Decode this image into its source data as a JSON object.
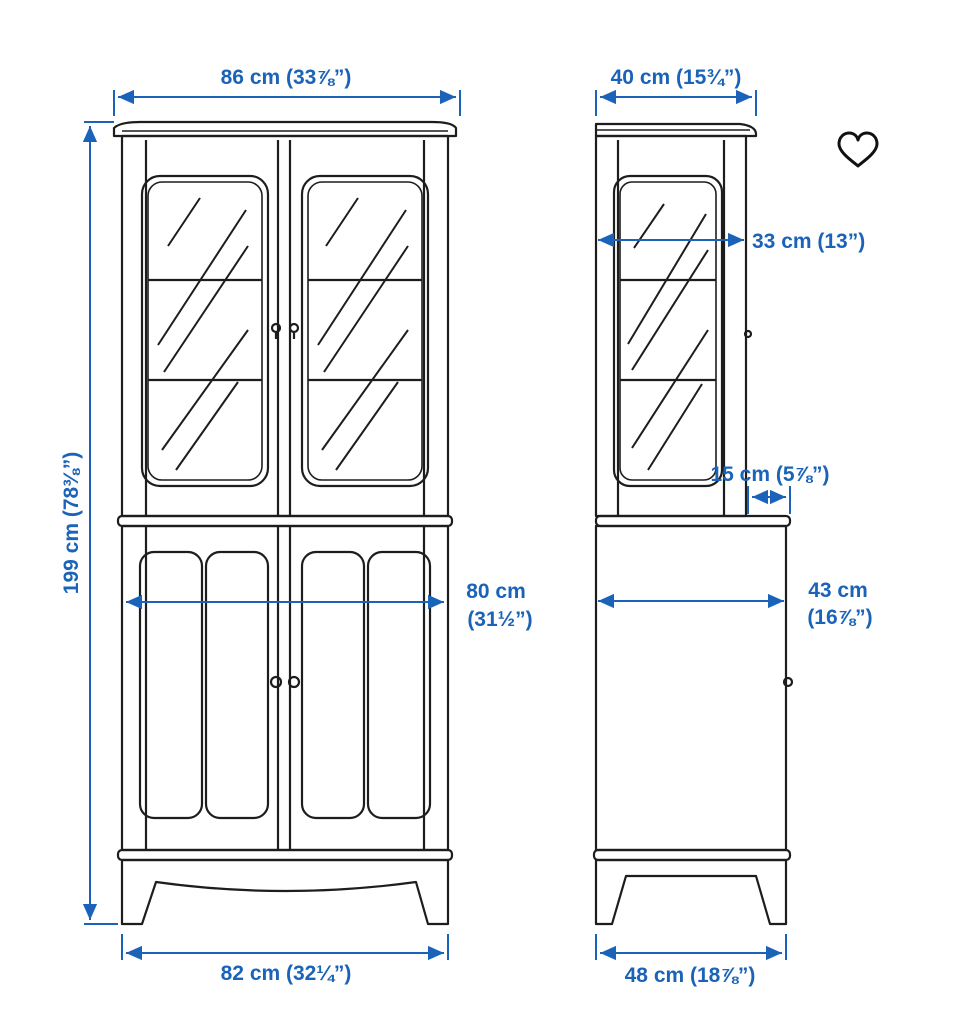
{
  "accent_color": "#1a63b8",
  "line_color": "#1d1d1d",
  "dimensions": {
    "front_top_width": "86 cm (33⅞”)",
    "front_height": "199 cm (78⅜”)",
    "front_inner_width_line1": "80 cm",
    "front_inner_width_line2": "(31½”)",
    "front_bottom_width": "82 cm (32¼”)",
    "side_top_depth": "40 cm (15¾”)",
    "side_top_inner_depth": "33 cm (13”)",
    "side_ledge_depth": "15 cm (5⅞”)",
    "side_cabinet_inner_depth_line1": "43 cm",
    "side_cabinet_inner_depth_line2": "(16⅞”)",
    "side_bottom_depth": "48 cm (18⅞”)"
  },
  "icons": {
    "favorite": "heart-outline-icon"
  }
}
